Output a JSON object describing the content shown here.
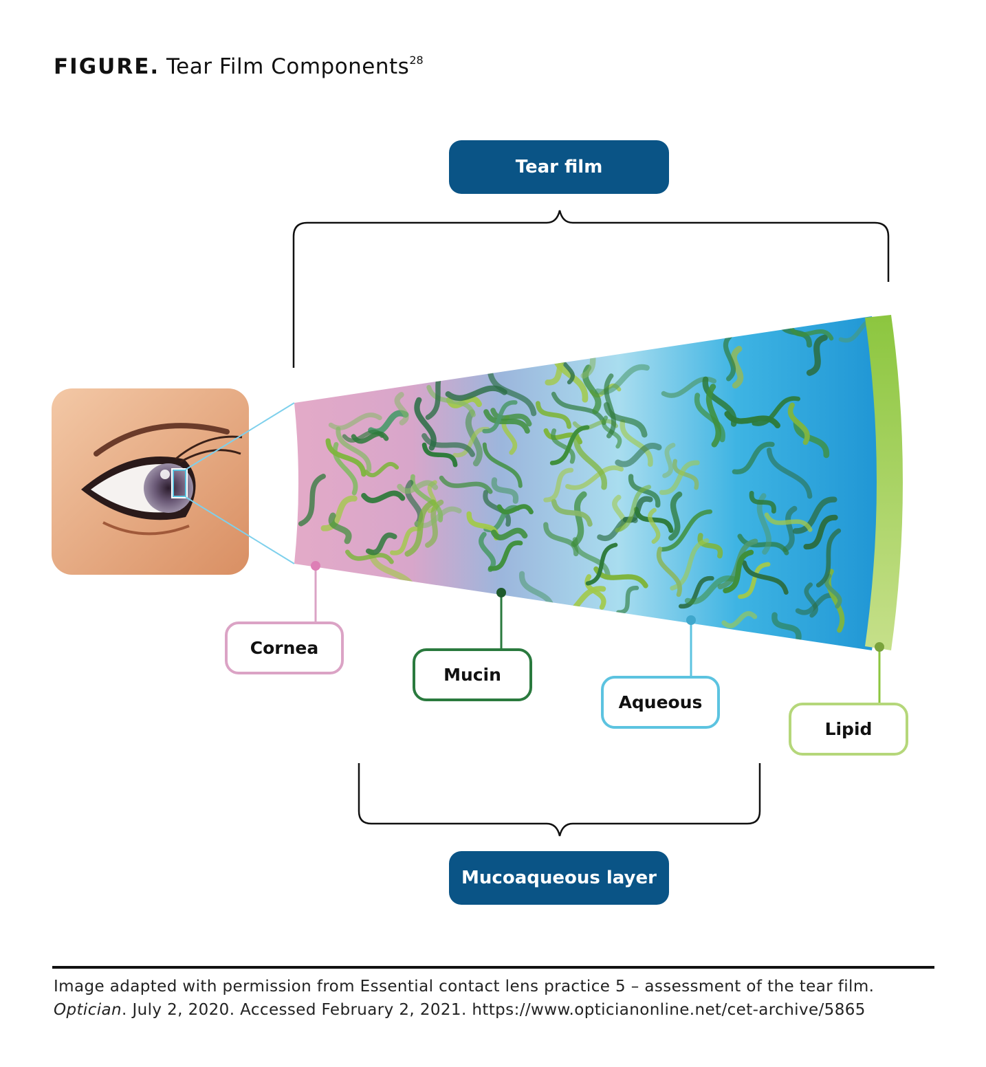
{
  "figure": {
    "label": "FIGURE.",
    "title": "Tear Film Components",
    "ref": "28"
  },
  "brackets": {
    "top_label": "Tear film",
    "bottom_label": "Mucoaqueous layer"
  },
  "layers": [
    {
      "label": "Cornea",
      "color": "#dba3c5"
    },
    {
      "label": "Mucin",
      "color": "#2a7a3e"
    },
    {
      "label": "Aqueous",
      "color": "#5cc3e0"
    },
    {
      "label": "Lipid",
      "color": "#b5d77a"
    }
  ],
  "credit": {
    "line1": "Image adapted with permission from Essential contact lens practice 5 – assessment of the tear film.",
    "source": "Optician",
    "line2": ". July 2, 2020. Accessed February 2, 2021. https://www.opticianonline.net/cet-archive/5865"
  }
}
